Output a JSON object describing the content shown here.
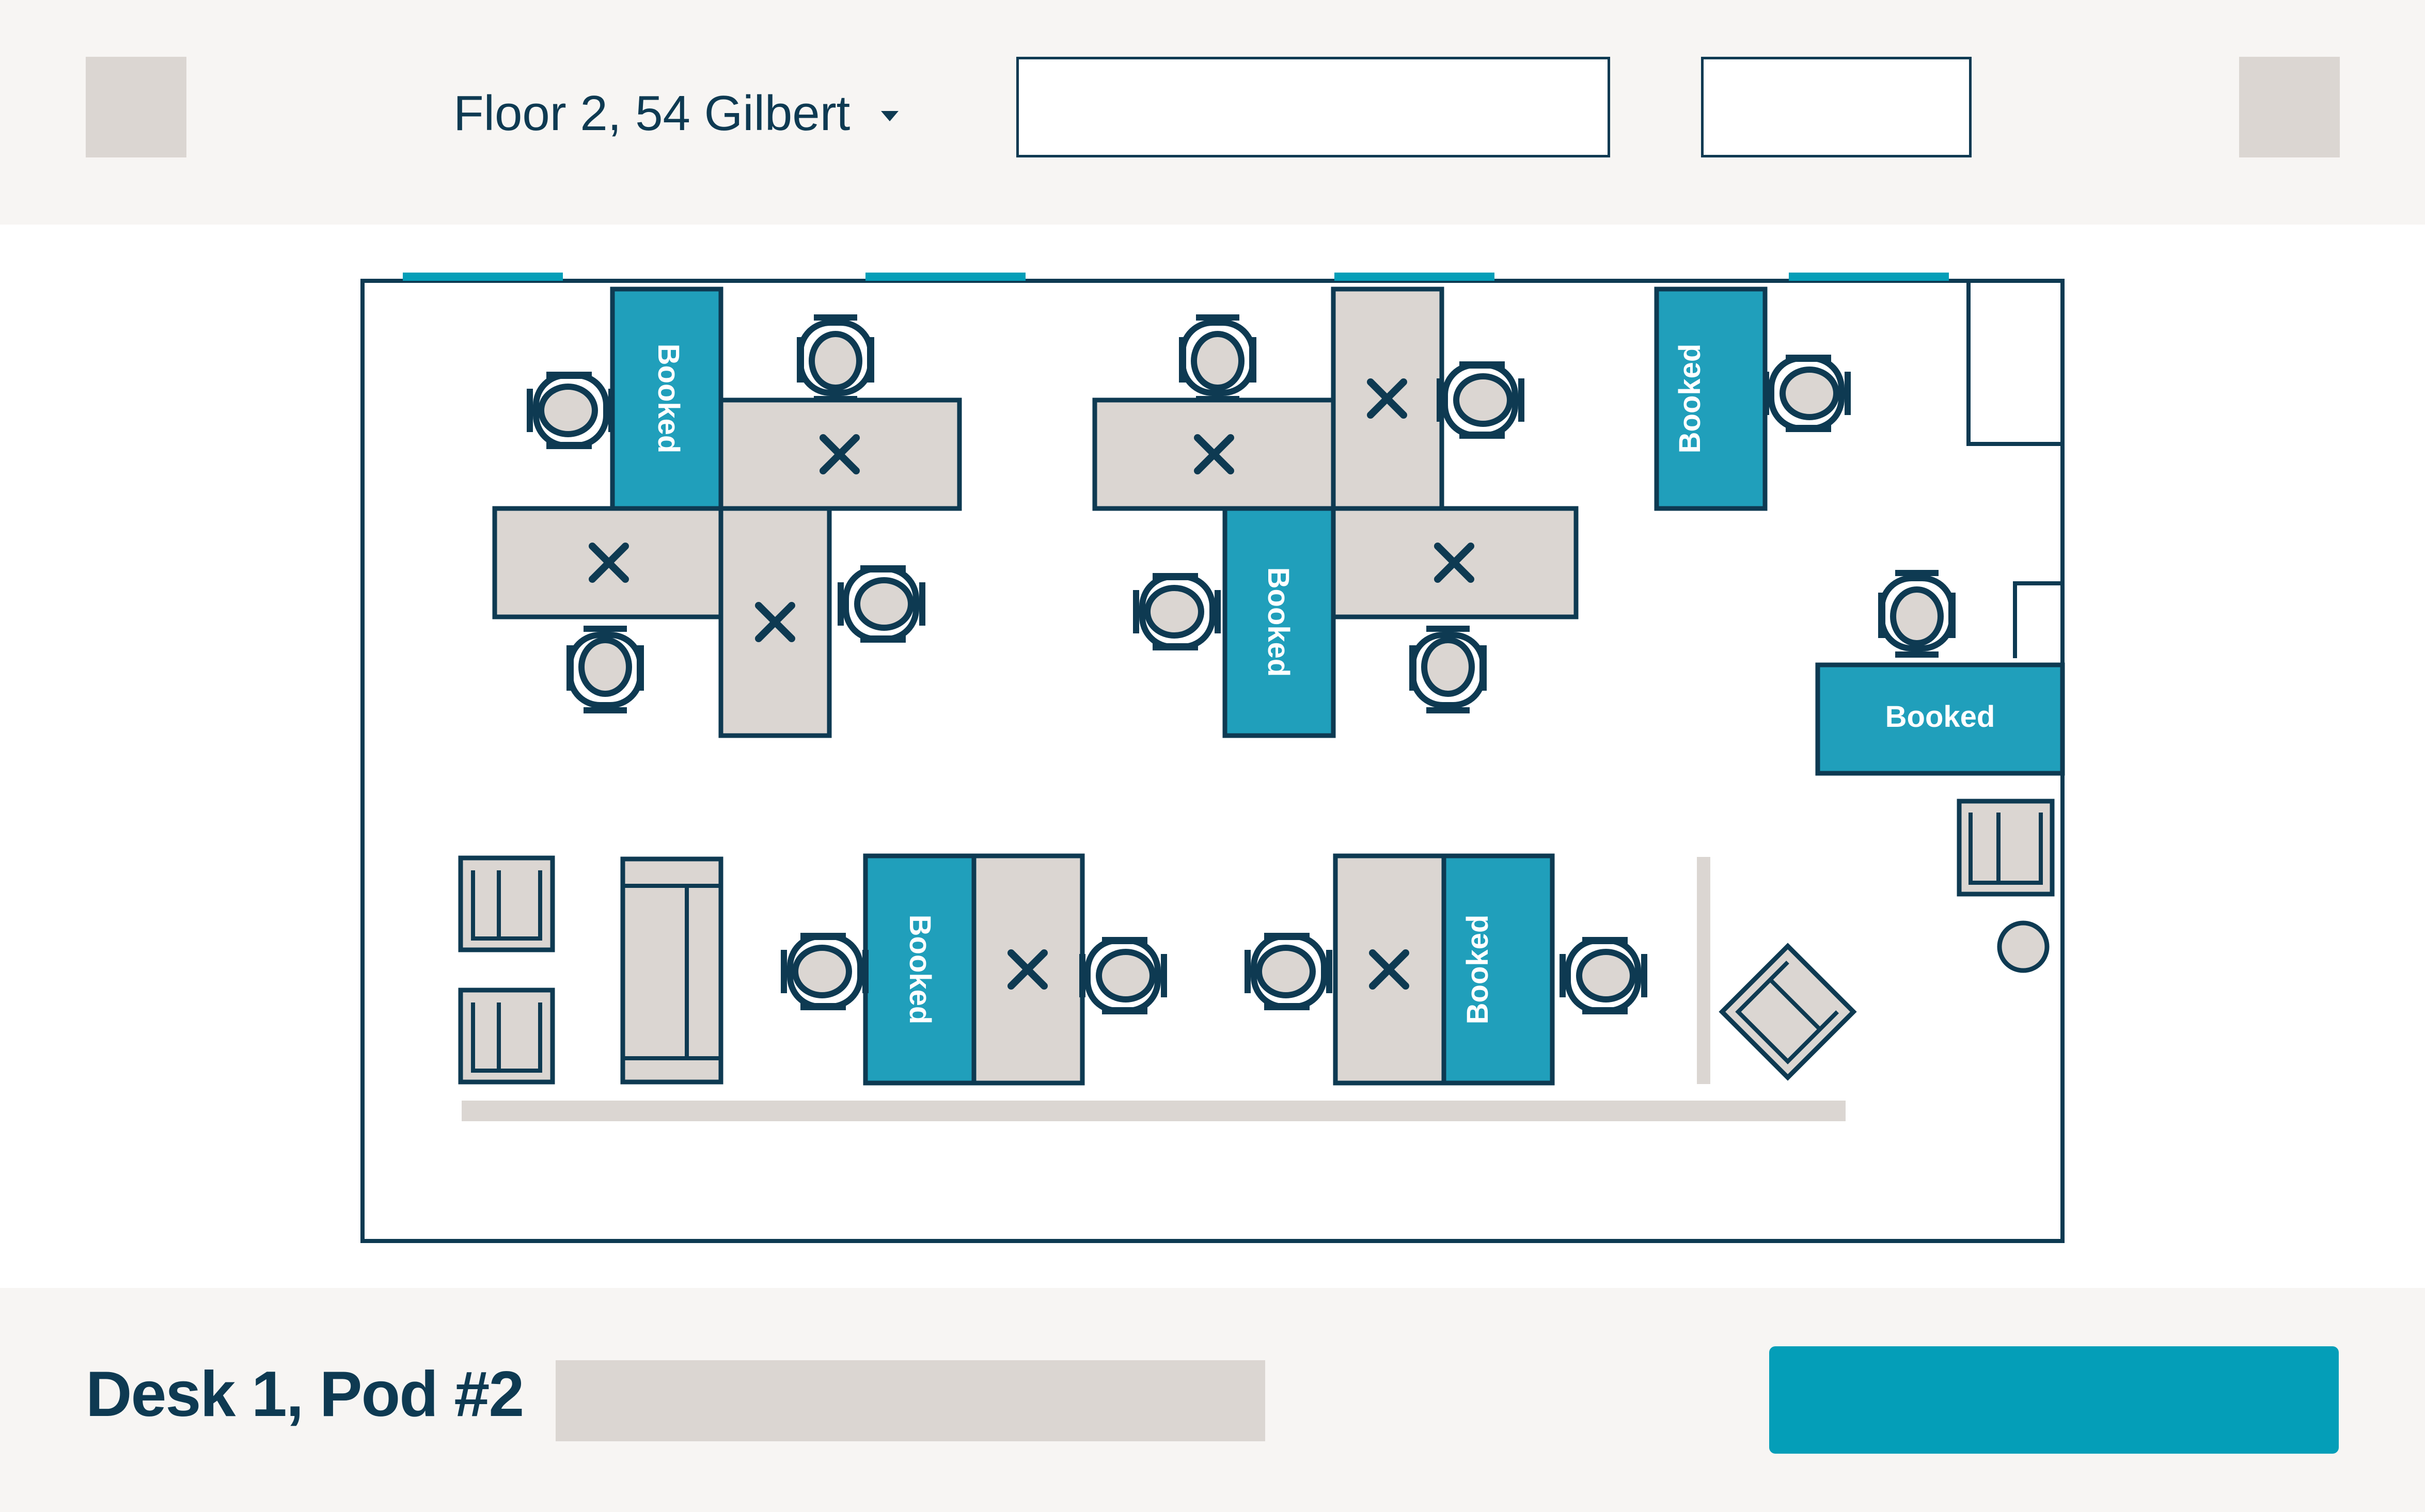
{
  "header": {
    "floor_label": "Floor 2, 54 Gilbert"
  },
  "floorplan": {
    "booked_label": "Booked"
  },
  "footer": {
    "desk_title": "Desk 1, Pod #2"
  },
  "colors": {
    "navy": "#0e3a52",
    "teal_booked": "#209fbb",
    "accent_button": "#049eb8",
    "desk_gray": "#dbd6d2",
    "bar_bg": "#f7f5f3"
  },
  "icons": {
    "unavailable": "x-icon",
    "dropdown": "caret-down-icon"
  }
}
